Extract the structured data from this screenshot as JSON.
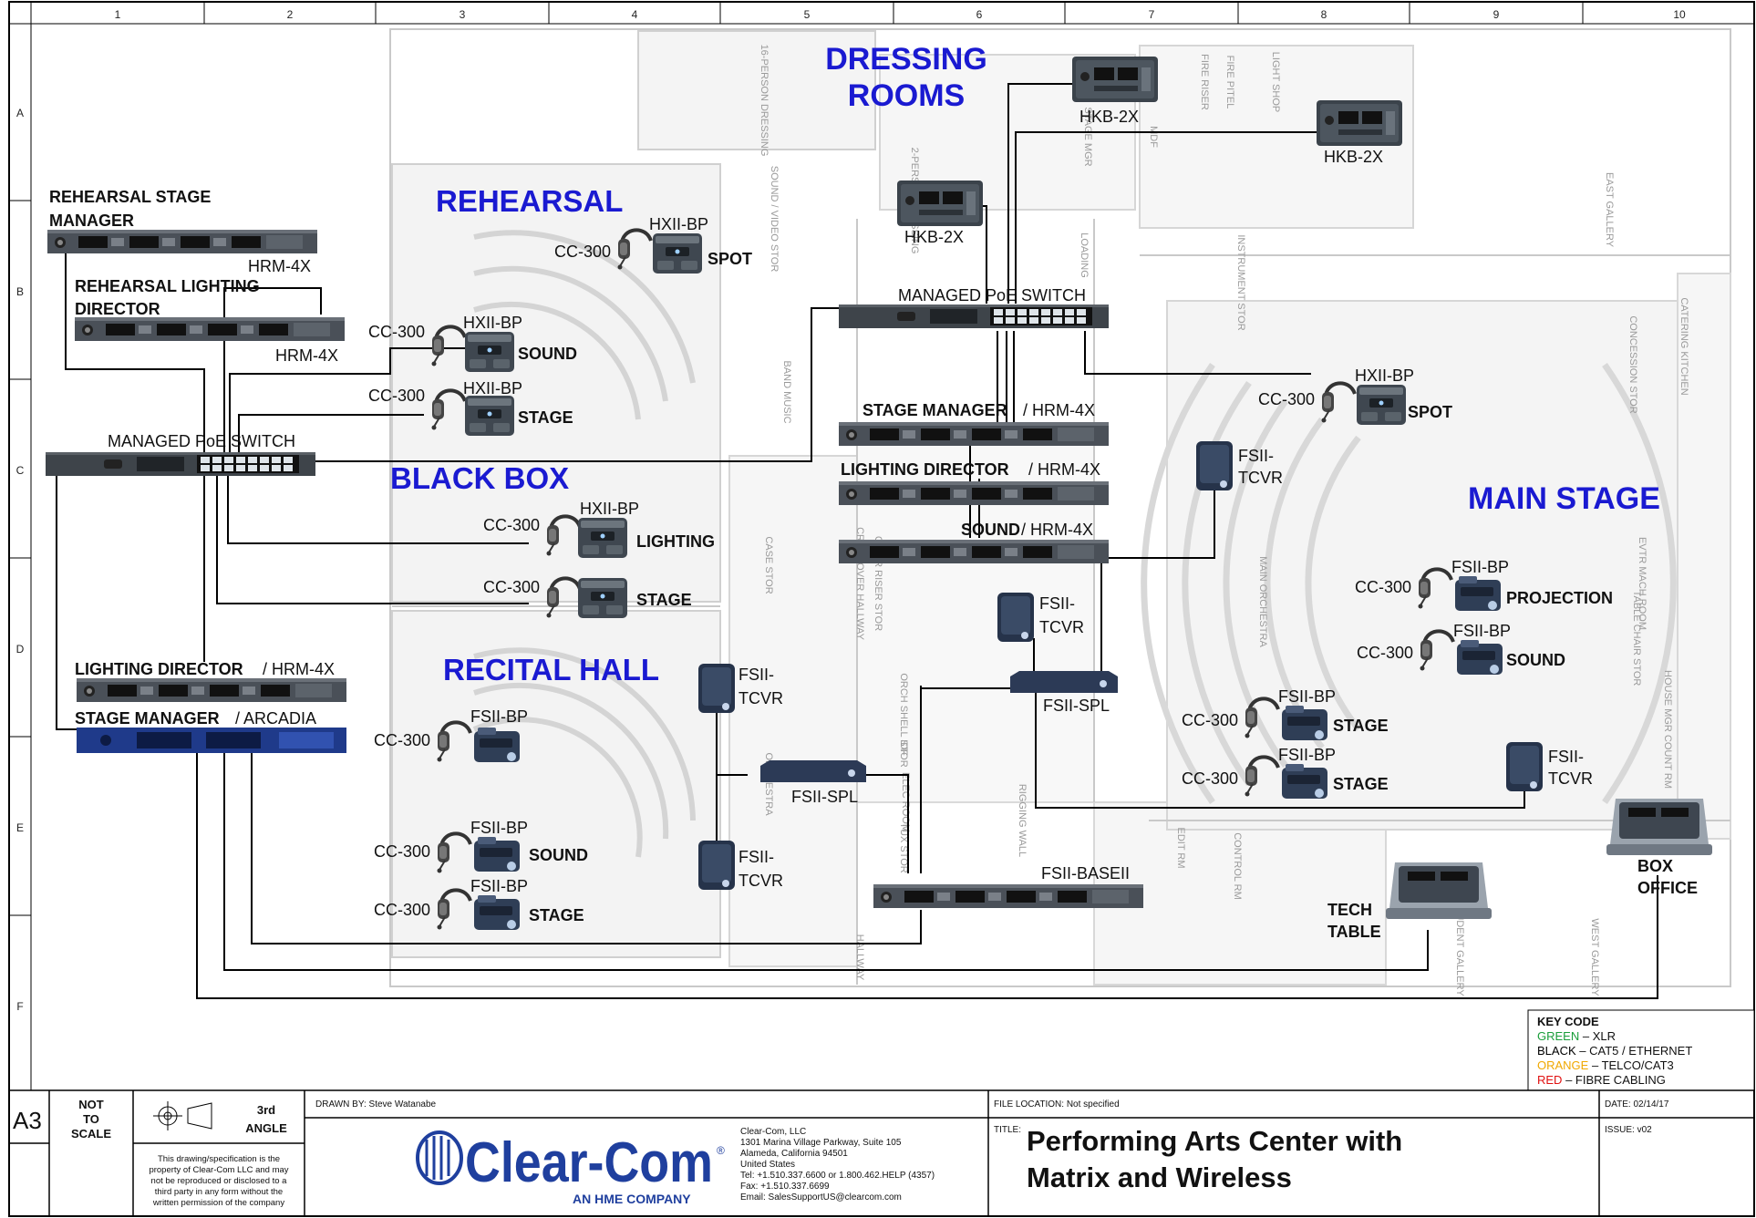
{
  "grid": {
    "columns": [
      "1",
      "2",
      "3",
      "4",
      "5",
      "6",
      "7",
      "8",
      "9",
      "10"
    ],
    "rows": [
      "A",
      "B",
      "C",
      "D",
      "E",
      "F"
    ]
  },
  "areas": {
    "dressing_rooms_1": "DRESSING",
    "dressing_rooms_2": "ROOMS",
    "rehearsal": "REHEARSAL",
    "black_box": "BLACK BOX",
    "recital_hall": "RECITAL HALL",
    "main_stage": "MAIN STAGE"
  },
  "devices": {
    "hkb_1": "HKB-2X",
    "hkb_2": "HKB-2X",
    "hkb_3": "HKB-2X",
    "reh_sm_1": "REHEARSAL STAGE",
    "reh_sm_2": "MANAGER",
    "reh_sm_model": "HRM-4X",
    "reh_ld_1": "REHEARSAL LIGHTING",
    "reh_ld_2": "DIRECTOR",
    "reh_ld_model": "HRM-4X",
    "switch_left": "MANAGED PoE SWITCH",
    "switch_center": "MANAGED PoE SWITCH",
    "cc300": "CC-300",
    "hxii": "HXII-BP",
    "fsii_bp": "FSII-BP",
    "spot": "SPOT",
    "sound": "SOUND",
    "stage": "STAGE",
    "lighting": "LIGHTING",
    "projection": "PROJECTION",
    "sm_role": "STAGE MANAGER",
    "ld_role": "LIGHTING DIRECTOR",
    "sound_role": "SOUND",
    "sep_hrm": " / HRM-4X",
    "sep_arcadia": " / ARCADIA",
    "tcvr_1": "FSII-",
    "tcvr_2": "TCVR",
    "spl": "FSII-SPL",
    "baseii": "FSII-BASEII",
    "tech_table_1": "TECH",
    "tech_table_2": "TABLE",
    "box_office_1": "BOX",
    "box_office_2": "OFFICE"
  },
  "rooms": [
    "16-PERSON DRESSING",
    "2-PERSON DRESSING",
    "STAGE MGR",
    "MDF",
    "FIRE RISER",
    "FIRE PITEL",
    "LIGHT SHOP",
    "EAST GALLERY",
    "LOADING",
    "INSTRUMENT STOR",
    "SOUND / VIDEO STOR",
    "BAND MUSIC",
    "CROSSOVER HALLWAY",
    "CASE STOR",
    "CHAIR RISER STOR",
    "ORCH SHELL STOR",
    "IDF",
    "ELEC ROOM",
    "TUX STOR",
    "ORCHESTRA",
    "RIGGING WALL",
    "EDIT RM",
    "CONTROL RM",
    "STUDENT GALLERY",
    "WEST GALLERY",
    "HALLWAY",
    "CONCESSION STOR",
    "CATERING KITCHEN",
    "HOUSE MGR COUNT RM",
    "EVTR MACH ROOM",
    "TABLE CHAIR STOR",
    "MAIN ORCHESTRA"
  ],
  "key": {
    "title": "KEY CODE",
    "green": "GREEN",
    "green_desc": " – XLR",
    "black": "BLACK",
    "black_desc": " – CAT5 / ETHERNET",
    "orange": "ORANGE",
    "orange_desc": " – TELCO/CAT3",
    "red": "RED",
    "red_desc": " – FIBRE CABLING"
  },
  "colors": {
    "area_blue": "#1a1ad1",
    "green": "#1a9e3a",
    "orange": "#f0a800",
    "red": "#e01010",
    "brand_blue": "#1f3f9e"
  },
  "title_block": {
    "sheet": "A3",
    "not_to_scale_1": "NOT",
    "not_to_scale_2": "TO",
    "not_to_scale_3": "SCALE",
    "angle_1": "3rd",
    "angle_2": "ANGLE",
    "disclaimer_1": "This drawing/specification is the",
    "disclaimer_2": "property of Clear-Com LLC and may",
    "disclaimer_3": "not be reproduced or disclosed to a",
    "disclaimer_4": "third party in any form without the",
    "disclaimer_5": "written permission of the company",
    "drawn_by": "DRAWN BY:  Steve Watanabe",
    "logo": "Clear-Com",
    "logo_reg": "®",
    "logo_sub": "AN HME COMPANY",
    "addr_1": "Clear-Com, LLC",
    "addr_2": "1301 Marina Village Parkway, Suite 105",
    "addr_3": "Alameda, California 94501",
    "addr_4": "United States",
    "addr_5": "Tel: +1.510.337.6600 or 1.800.462.HELP (4357)",
    "addr_6": "Fax: +1.510.337.6699",
    "addr_7": "Email: SalesSupportUS@clearcom.com",
    "file_location": "FILE LOCATION: Not specified",
    "title_label": "TITLE:",
    "title_1": "Performing Arts Center with",
    "title_2": "Matrix and Wireless",
    "date": "DATE: 02/14/17",
    "issue": "ISSUE: v02"
  }
}
